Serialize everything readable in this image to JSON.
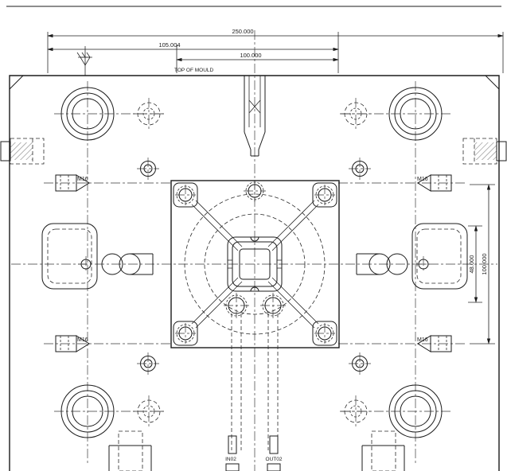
{
  "drawing": {
    "note_top": "TOP OF MOULD",
    "dims": {
      "overall_width": "250.000",
      "offset_width": "105.004",
      "cavity_width": "100.000",
      "right_inner_height": "48.000",
      "right_outer_height": "100.000"
    },
    "thread_label": "M16",
    "cooling": {
      "inlet": "IN02",
      "outlet": "OUT02"
    }
  },
  "colors": {
    "line": "#1b1b1b",
    "background": "#ffffff"
  }
}
